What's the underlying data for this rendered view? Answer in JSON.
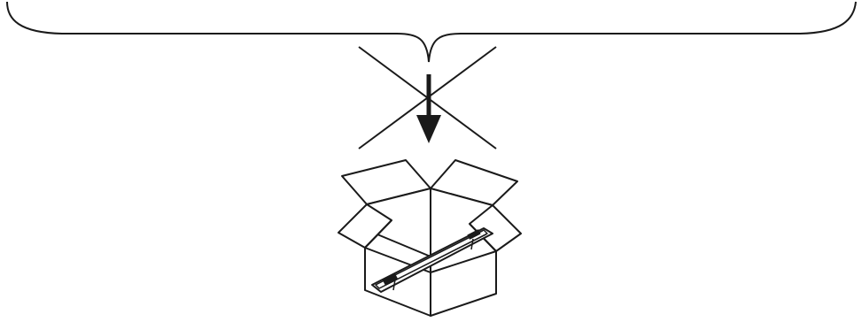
{
  "diagram": {
    "type": "instruction-illustration",
    "meaning": "do-not-place-above-items-in-box",
    "parts": {
      "brace": {
        "icon": "brace-icon",
        "orientation": "down"
      },
      "arrow": {
        "icon": "down-arrow-icon"
      },
      "cross": {
        "icon": "cross-out-icon"
      },
      "box": {
        "icon": "open-box-icon",
        "state": "open"
      },
      "device": {
        "icon": "power-supply-unit-icon"
      }
    },
    "colors": {
      "stroke": "#1a1a1a",
      "fill": "#ffffff",
      "arrow_fill": "#1a1a1a"
    }
  }
}
